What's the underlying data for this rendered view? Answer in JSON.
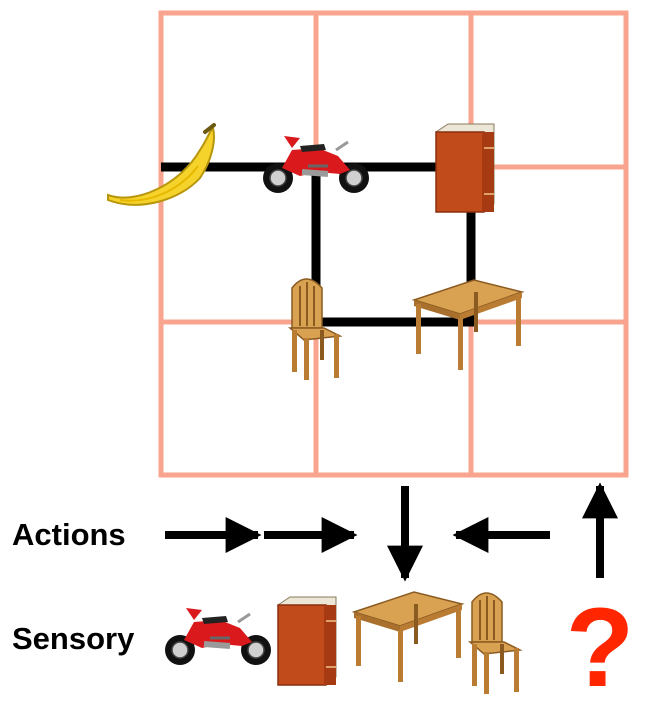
{
  "labels": {
    "actions": "Actions",
    "sensory": "Sensory",
    "question_mark": "?"
  },
  "grid": {
    "rows": 3,
    "columns": 3
  },
  "objects": {
    "grid": [
      "banana",
      "motorcycle",
      "book",
      "chair",
      "table"
    ],
    "sensory_sequence": [
      "motorcycle",
      "book",
      "table",
      "chair",
      "unknown"
    ]
  },
  "actions_sequence": [
    "right",
    "right",
    "down",
    "left",
    "up"
  ],
  "colors": {
    "grid_line": "#f9a48e",
    "path": "#000000",
    "question_mark": "#ff2600",
    "wood": "#c98a3a",
    "book": "#c24b1c",
    "banana": "#f6d32b",
    "motorcycle": "#d9191c"
  }
}
